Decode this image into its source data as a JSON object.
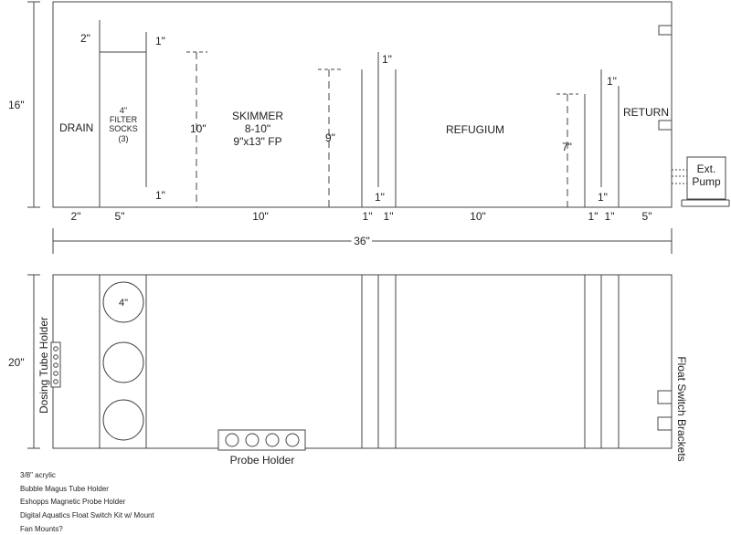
{
  "side_view": {
    "height_label": "16\"",
    "compartments": {
      "drain": "DRAIN",
      "filter_socks": [
        "4\"",
        "FILTER",
        "SOCKS",
        "(3)"
      ],
      "skimmer": [
        "SKIMMER",
        "8-10\"",
        "9\"x13\" FP"
      ],
      "refugium": "REFUGIUM",
      "return": "RETURN"
    },
    "baffle_labels": {
      "drain_top": "2\"",
      "sock_top": "1\"",
      "sock_bottom": "1\"",
      "skimmer_baffle": "10\"",
      "refugium_left_baffle": "9\"",
      "refugium_mid_top": "1\"",
      "refugium_mid_bottom": "1\"",
      "return_baffle": "7\"",
      "return_top": "1\"",
      "return_bottom": "1\""
    },
    "bottom_dims": [
      "2\"",
      "5\"",
      "10\"",
      "1\"",
      "1\"",
      "10\"",
      "1\"",
      "1\"",
      "5\""
    ],
    "total_width": "36\"",
    "pump": [
      "Ext.",
      "Pump"
    ]
  },
  "top_view": {
    "height_label": "20\"",
    "sock_size": "4\"",
    "dosing_holder": "Dosing Tube Holder",
    "probe_holder": "Probe Holder",
    "float_switch": "Float Switch Brackets"
  },
  "notes": [
    "3/8\" acrylic",
    "Bubble Magus Tube Holder",
    "Eshopps Magnetic Probe Holder",
    "Digital Aquatics Float Switch Kit w/ Mount",
    "Fan Mounts?"
  ]
}
